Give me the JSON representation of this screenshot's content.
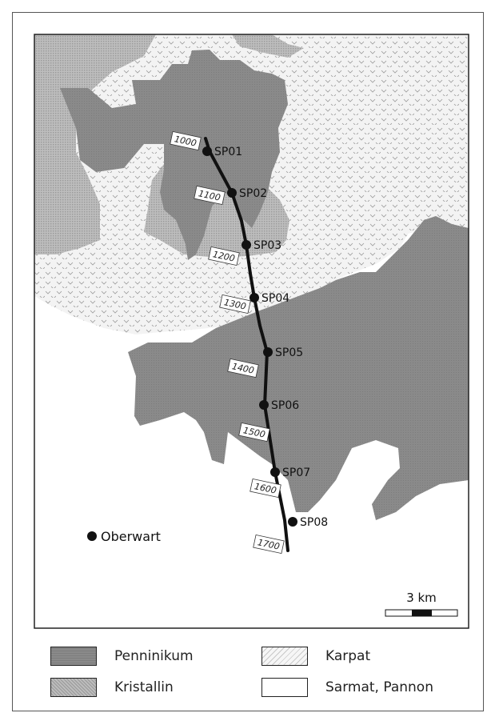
{
  "colors": {
    "penninikum": "#8a8a8a",
    "kristallin": "#b4b4b4",
    "karpat_bg": "#f3f3f3",
    "sarmat": "#ffffff",
    "profile_line": "#111111"
  },
  "shot_points": [
    "SP01",
    "SP02",
    "SP03",
    "SP04",
    "SP05",
    "SP06",
    "SP07",
    "SP08"
  ],
  "km_markers": [
    "1000",
    "1100",
    "1200",
    "1300",
    "1400",
    "1500",
    "1600",
    "1700"
  ],
  "place": "Oberwart",
  "scale_bar": {
    "label": "3 km"
  },
  "legend": [
    {
      "label": "Penninikum",
      "pattern": "penninikum"
    },
    {
      "label": "Kristallin",
      "pattern": "kristallin"
    },
    {
      "label": "Karpat",
      "pattern": "karpat"
    },
    {
      "label": "Sarmat, Pannon",
      "pattern": "sarmat"
    }
  ]
}
